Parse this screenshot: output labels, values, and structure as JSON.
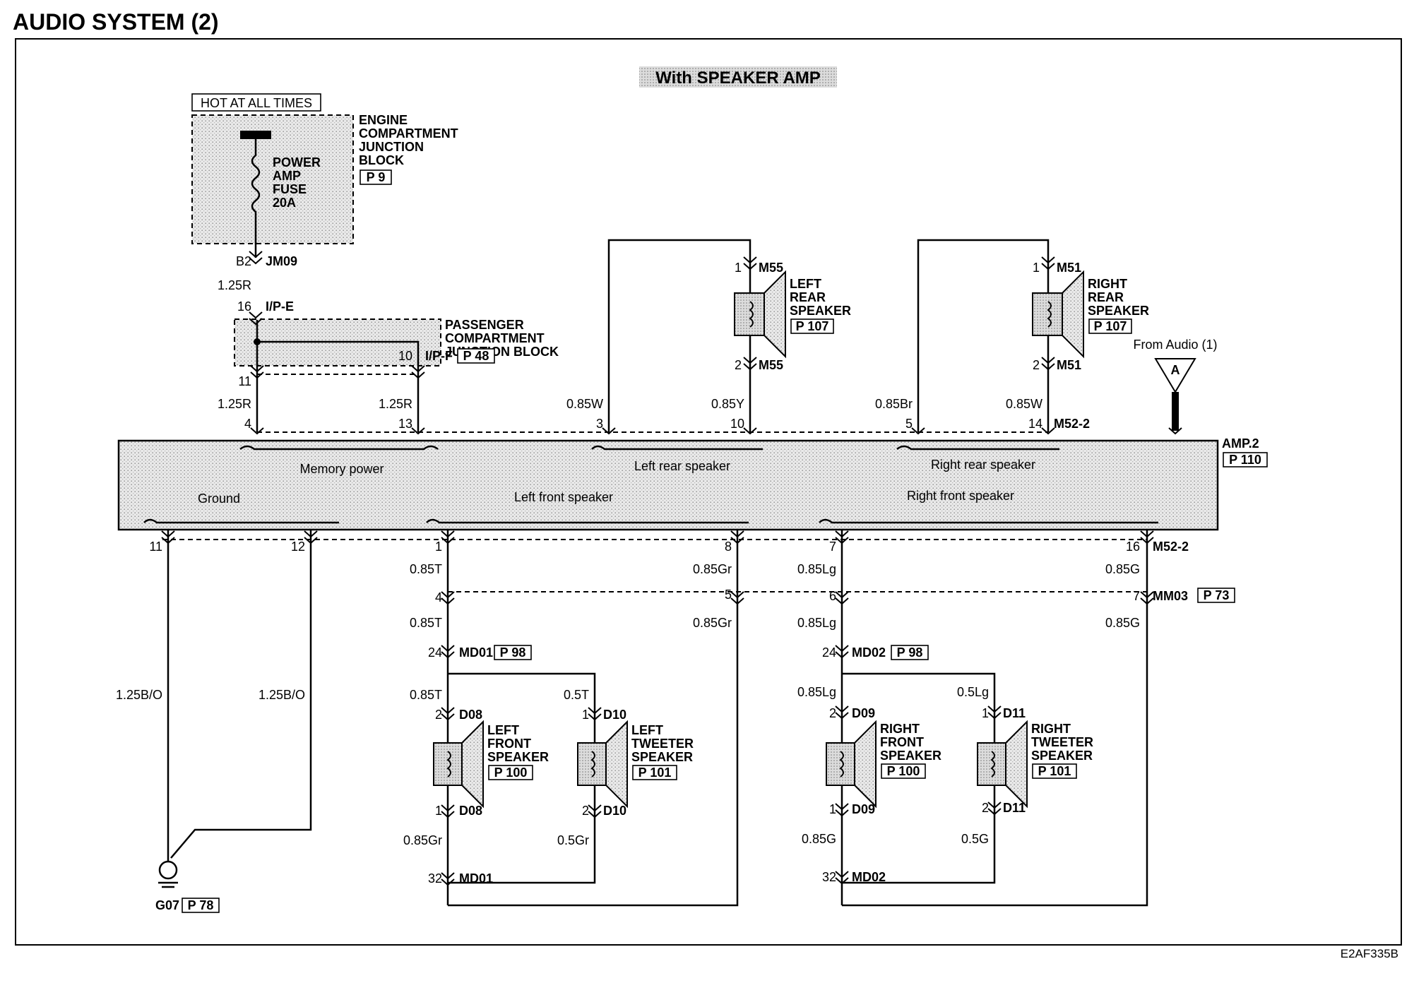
{
  "title": "AUDIO SYSTEM (2)",
  "banner": "With SPEAKER AMP",
  "figure_id": "E2AF335B",
  "fuse_block": {
    "hot_label": "HOT AT ALL TIMES",
    "name": [
      "ENGINE",
      "COMPARTMENT",
      "JUNCTION",
      "BLOCK"
    ],
    "ref": "P 9",
    "fuse": [
      "POWER",
      "AMP",
      "FUSE",
      "20A"
    ]
  },
  "passenger_block": {
    "name": [
      "PASSENGER",
      "COMPARTMENT",
      "JUNCTION BLOCK"
    ],
    "ref": "P 48"
  },
  "amp": {
    "name": "AMP.2",
    "ref": "P 110",
    "sections": [
      "Memory power",
      "Left rear speaker",
      "Right rear speaker",
      "Ground",
      "Left front speaker",
      "Right front speaker"
    ]
  },
  "speakers": {
    "left_rear": {
      "name": [
        "LEFT",
        "REAR",
        "SPEAKER"
      ],
      "ref": "P 107"
    },
    "right_rear": {
      "name": [
        "RIGHT",
        "REAR",
        "SPEAKER"
      ],
      "ref": "P 107"
    },
    "left_front": {
      "name": [
        "LEFT",
        "FRONT",
        "SPEAKER"
      ],
      "ref": "P 100"
    },
    "left_tweeter": {
      "name": [
        "LEFT",
        "TWEETER",
        "SPEAKER"
      ],
      "ref": "P 101"
    },
    "right_front": {
      "name": [
        "RIGHT",
        "FRONT",
        "SPEAKER"
      ],
      "ref": "P 100"
    },
    "right_tweeter": {
      "name": [
        "RIGHT",
        "TWEETER",
        "SPEAKER"
      ],
      "ref": "P 101"
    }
  },
  "from_audio": {
    "label": "From Audio (1)",
    "letter": "A"
  },
  "ground": {
    "name": "G07",
    "ref": "P 78"
  },
  "connectors": {
    "jm09": "JM09",
    "ipe": "I/P-E",
    "ipf": "I/P-F",
    "m55": "M55",
    "m51": "M51",
    "m52_2": "M52-2",
    "mm03": "MM03",
    "mm03_ref": "P 73",
    "md01": "MD01",
    "md02": "MD02",
    "md_ref": "P 98",
    "d08": "D08",
    "d09": "D09",
    "d10": "D10",
    "d11": "D11"
  },
  "pins": {
    "b2": "B2",
    "p16": "16",
    "p11": "11",
    "p10": "10",
    "amp4": "4",
    "amp13": "13",
    "amp3": "3",
    "amp10": "10",
    "amp5": "5",
    "amp14": "14",
    "amp11": "11",
    "amp12": "12",
    "amp1": "1",
    "amp8": "8",
    "amp7": "7",
    "amp16": "16",
    "mm4": "4",
    "mm5": "5",
    "mm6": "6",
    "mm7": "7",
    "md24": "24",
    "md32": "32",
    "one": "1",
    "two": "2"
  },
  "wires": {
    "r125": "1.25R",
    "w085": "0.85W",
    "y085": "0.85Y",
    "br085": "0.85Br",
    "bo125": "1.25B/O",
    "t085": "0.85T",
    "gr085": "0.85Gr",
    "lg085": "0.85Lg",
    "g085": "0.85G",
    "t05": "0.5T",
    "lg05": "0.5Lg",
    "gr05": "0.5Gr",
    "g05": "0.5G"
  }
}
